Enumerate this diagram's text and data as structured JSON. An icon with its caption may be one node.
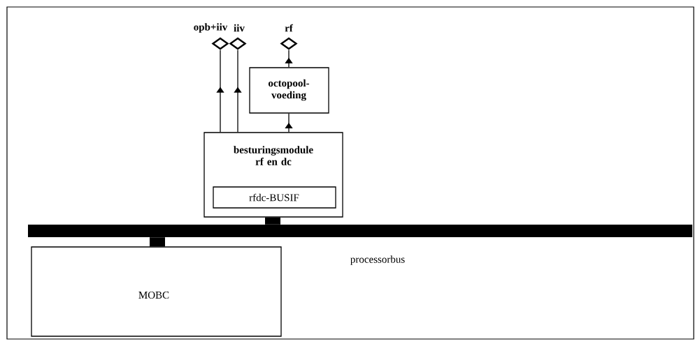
{
  "diagram": {
    "nodes": [
      {
        "text": [
          "besturingsmodule rf en dc"
        ]
      },
      {
        "text": [
          "rfdc-BUSIF"
        ],
        "in": 0
      },
      {
        "text": [
          "octopool-voeding"
        ]
      },
      {
        "text": [
          "opb+iiv"
        ]
      },
      {
        "text": [
          "iiv"
        ]
      },
      {
        "text": [
          "rf"
        ]
      },
      {
        "text": [
          "processorbus"
        ]
      },
      {
        "text": [
          "MOBC"
        ]
      }
    ],
    "edges": [
      {
        "from": 0,
        "to": 3,
        "arrow": "to"
      },
      {
        "from": 0,
        "to": 4,
        "arrow": "to"
      },
      {
        "from": 0,
        "to": 2,
        "arrow": "to"
      },
      {
        "from": 2,
        "to": 5,
        "arrow": "to"
      },
      {
        "from": 0,
        "to": 6,
        "arrow": "none",
        "style": "thick"
      },
      {
        "from": 6,
        "to": 7,
        "arrow": "none",
        "style": "thick"
      }
    ]
  }
}
